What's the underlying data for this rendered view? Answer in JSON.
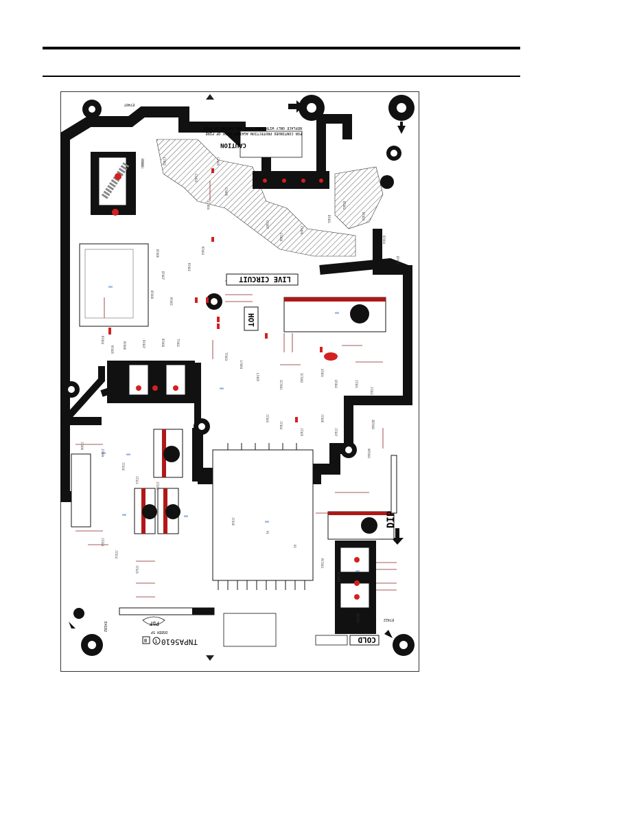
{
  "page": {
    "colors": {
      "trace": "#111111",
      "pad_red": "#d42020",
      "silk_red": "#b01818",
      "label_blue": "#3a6fd8",
      "board_bg": "#ffffff"
    }
  },
  "board": {
    "caution_title": "CAUTION",
    "caution_line1": "REPLACE ONLY WITH SAME TYPE AND RATING OF FUSE",
    "caution_line2": "FOR CONTINUED PROTECTION AGAINST RISK OF FIRE",
    "live_circuit": "LIVE CIRCUIT",
    "hot": "HOT",
    "cold": "COLD",
    "dip": "DIP",
    "model": "TNPA5610",
    "version": "1",
    "side": "B",
    "pbf": "PbF",
    "revision": "DSEEH 5P",
    "corner_top_left": "E7407",
    "corner_bottom_left": "E4102",
    "corner_bottom_right": "E7422",
    "refs": [
      "F7401",
      "C7402",
      "C7403",
      "C7404",
      "C7405",
      "C7406",
      "C7407",
      "C7408",
      "C7409",
      "D7401",
      "D7402",
      "D7403",
      "D7404",
      "D7405",
      "D7406",
      "D7407",
      "D7408",
      "R7401",
      "R7402",
      "R7403",
      "R7404",
      "R7405",
      "R7406",
      "R7407",
      "R7408",
      "T7402",
      "T7403",
      "L7404",
      "L7405",
      "IC7401",
      "IC7402",
      "Q7401",
      "Q7402",
      "J7301",
      "J7302",
      "J7303",
      "J7304",
      "J7305",
      "J7306",
      "J7307",
      "J7308",
      "J7309",
      "J7310",
      "J7311",
      "J7312",
      "J7313",
      "J7314",
      "J7315",
      "J7316",
      "P1",
      "P2",
      "PC7401",
      "PC7402",
      "ZD7401",
      "ZD7402",
      "VR7401",
      "CN7401"
    ]
  }
}
